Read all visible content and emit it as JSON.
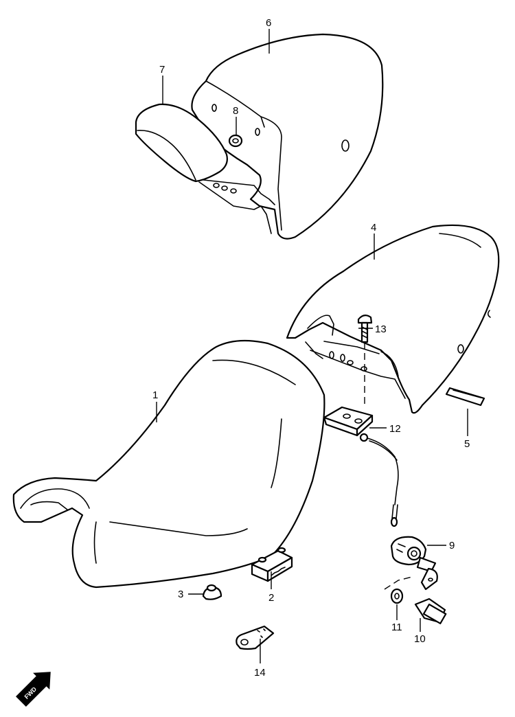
{
  "callouts": {
    "p1": "1",
    "p2": "2",
    "p3": "3",
    "p4": "4",
    "p5": "5",
    "p6": "6",
    "p7": "7",
    "p8": "8",
    "p9": "9",
    "p10": "10",
    "p11": "11",
    "p12": "12",
    "p13": "13",
    "p14": "14"
  },
  "fwd_label": "FWD",
  "colors": {
    "line": "#000000",
    "background": "#ffffff"
  }
}
